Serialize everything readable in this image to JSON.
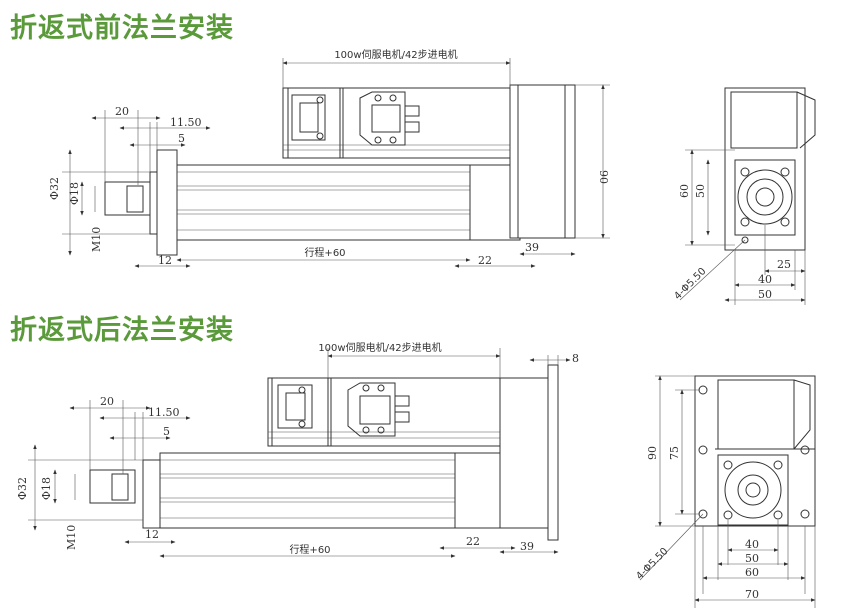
{
  "sections": [
    {
      "title": "折返式前法兰安装",
      "side": {
        "motor_label": "100w伺服电机/42步进电机",
        "d20": "20",
        "d11_50": "11.50",
        "d5": "5",
        "phi32": "Φ32",
        "phi18": "Φ18",
        "m10": "M10",
        "d12": "12",
        "stroke": "行程+60",
        "d22": "22",
        "d39": "39",
        "d90": "90"
      },
      "front": {
        "d60": "60",
        "d50v": "50",
        "hole": "4-Φ5.50",
        "d25": "25",
        "d40": "40",
        "d50": "50"
      }
    },
    {
      "title": "折返式后法兰安装",
      "side": {
        "motor_label": "100w伺服电机/42步进电机",
        "d20": "20",
        "d11_50": "11.50",
        "d5": "5",
        "phi32": "Φ32",
        "phi18": "Φ18",
        "m10": "M10",
        "d12": "12",
        "stroke": "行程+60",
        "d22": "22",
        "d39": "39",
        "d8": "8"
      },
      "front": {
        "d90": "90",
        "d75": "75",
        "hole": "4-Φ5.50",
        "d40": "40",
        "d50": "50",
        "d60": "60",
        "d70": "70"
      }
    }
  ]
}
